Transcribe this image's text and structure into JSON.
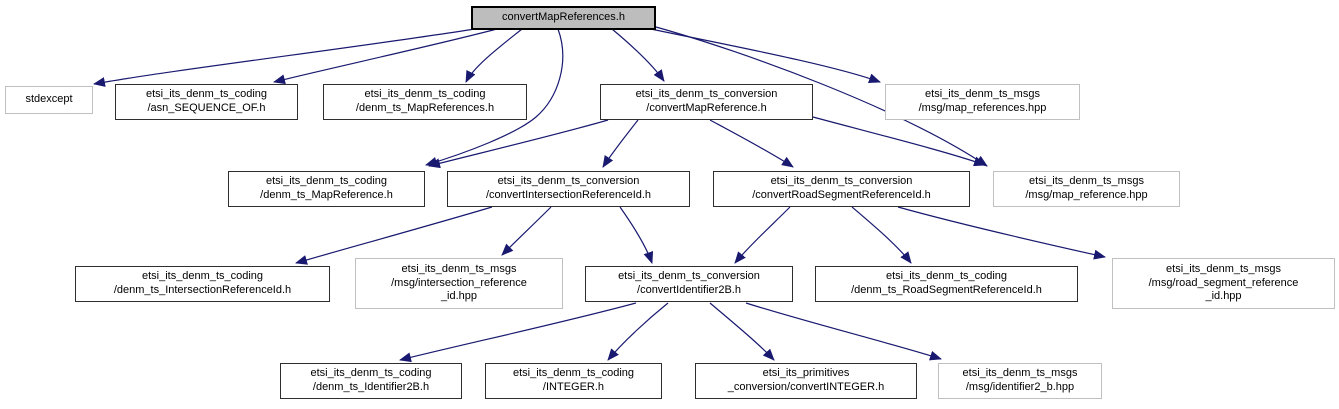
{
  "diagram": {
    "kind": "include-dependency-graph",
    "root_file": "convertMapReferences.h"
  },
  "colors": {
    "edge": "#191970",
    "internal_node_border": "#2e2e2e",
    "external_node_border": "#c0c0c0",
    "current_node_fill": "#bdbdbd",
    "node_fill": "#ffffff",
    "text": "#000000"
  },
  "nodes": {
    "main": {
      "label": "convertMapReferences.h",
      "type": "current"
    },
    "stdexcept": {
      "label": "stdexcept",
      "type": "external"
    },
    "asn_sequence_of": {
      "label": "etsi_its_denm_ts_coding\n/asn_SEQUENCE_OF.h",
      "type": "internal"
    },
    "denm_ts_map_references": {
      "label": "etsi_its_denm_ts_coding\n/denm_ts_MapReferences.h",
      "type": "internal"
    },
    "convert_map_reference": {
      "label": "etsi_its_denm_ts_conversion\n/convertMapReference.h",
      "type": "internal"
    },
    "map_references_hpp": {
      "label": "etsi_its_denm_ts_msgs\n/msg/map_references.hpp",
      "type": "external"
    },
    "denm_ts_map_reference": {
      "label": "etsi_its_denm_ts_coding\n/denm_ts_MapReference.h",
      "type": "internal"
    },
    "convert_intersection_reference_id": {
      "label": "etsi_its_denm_ts_conversion\n/convertIntersectionReferenceId.h",
      "type": "internal"
    },
    "convert_road_segment_reference_id": {
      "label": "etsi_its_denm_ts_conversion\n/convertRoadSegmentReferenceId.h",
      "type": "internal"
    },
    "map_reference_hpp": {
      "label": "etsi_its_denm_ts_msgs\n/msg/map_reference.hpp",
      "type": "external"
    },
    "denm_ts_intersection_reference_id": {
      "label": "etsi_its_denm_ts_coding\n/denm_ts_IntersectionReferenceId.h",
      "type": "internal"
    },
    "intersection_reference_id_hpp": {
      "label": "etsi_its_denm_ts_msgs\n/msg/intersection_reference\n_id.hpp",
      "type": "external"
    },
    "convert_identifier2b": {
      "label": "etsi_its_denm_ts_conversion\n/convertIdentifier2B.h",
      "type": "internal"
    },
    "denm_ts_road_segment_reference_id": {
      "label": "etsi_its_denm_ts_coding\n/denm_ts_RoadSegmentReferenceId.h",
      "type": "internal"
    },
    "road_segment_reference_id_hpp": {
      "label": "etsi_its_denm_ts_msgs\n/msg/road_segment_reference\n_id.hpp",
      "type": "external"
    },
    "denm_ts_identifier2b": {
      "label": "etsi_its_denm_ts_coding\n/denm_ts_Identifier2B.h",
      "type": "internal"
    },
    "integer_h": {
      "label": "etsi_its_denm_ts_coding\n/INTEGER.h",
      "type": "internal"
    },
    "convert_integer": {
      "label": "etsi_its_primitives\n_conversion/convertINTEGER.h",
      "type": "internal"
    },
    "identifier2_b_hpp": {
      "label": "etsi_its_denm_ts_msgs\n/msg/identifier2_b.hpp",
      "type": "external"
    }
  },
  "edges": [
    {
      "from": "main",
      "to": "stdexcept"
    },
    {
      "from": "main",
      "to": "asn_sequence_of"
    },
    {
      "from": "main",
      "to": "denm_ts_map_references"
    },
    {
      "from": "main",
      "to": "convert_map_reference"
    },
    {
      "from": "main",
      "to": "map_references_hpp"
    },
    {
      "from": "main",
      "to": "denm_ts_map_reference"
    },
    {
      "from": "main",
      "to": "map_reference_hpp"
    },
    {
      "from": "convert_map_reference",
      "to": "denm_ts_map_reference"
    },
    {
      "from": "convert_map_reference",
      "to": "convert_intersection_reference_id"
    },
    {
      "from": "convert_map_reference",
      "to": "convert_road_segment_reference_id"
    },
    {
      "from": "convert_map_reference",
      "to": "map_reference_hpp"
    },
    {
      "from": "convert_intersection_reference_id",
      "to": "denm_ts_intersection_reference_id"
    },
    {
      "from": "convert_intersection_reference_id",
      "to": "intersection_reference_id_hpp"
    },
    {
      "from": "convert_intersection_reference_id",
      "to": "convert_identifier2b"
    },
    {
      "from": "convert_road_segment_reference_id",
      "to": "convert_identifier2b"
    },
    {
      "from": "convert_road_segment_reference_id",
      "to": "denm_ts_road_segment_reference_id"
    },
    {
      "from": "convert_road_segment_reference_id",
      "to": "road_segment_reference_id_hpp"
    },
    {
      "from": "convert_identifier2b",
      "to": "denm_ts_identifier2b"
    },
    {
      "from": "convert_identifier2b",
      "to": "integer_h"
    },
    {
      "from": "convert_identifier2b",
      "to": "convert_integer"
    },
    {
      "from": "convert_identifier2b",
      "to": "identifier2_b_hpp"
    }
  ]
}
